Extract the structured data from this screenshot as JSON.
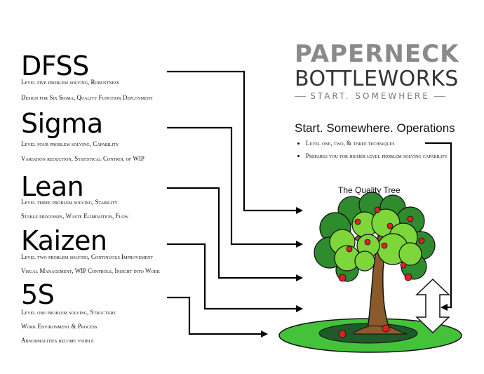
{
  "levels": [
    {
      "title": "DFSS",
      "line1": "Level five problem solving, Robustness",
      "line2": "Design for Six Sigma, Quality Function Deployment"
    },
    {
      "title": "Sigma",
      "line1": "Level four problem solving, Capability",
      "line2": "Variation reduction, Statistical Control of WIP"
    },
    {
      "title": "Lean",
      "line1": "Level three problem solving, Stability",
      "line2": "Stable processes, Waste Elimination, Flow"
    },
    {
      "title": "Kaizen",
      "line1": "Level two problem solving, Continuous Improvement",
      "line2": "Visual Management, WIP Controls, Insight into Work"
    },
    {
      "title": "5S",
      "line1": "Level one problem solving, Structure",
      "line2": "Work Environment & Process",
      "line3": "Abnormalities become visible"
    }
  ],
  "brand": {
    "line1": "PAPERNECK",
    "line2": "BOTTLEWORKS",
    "tagline": "START. SOMEWHERE"
  },
  "operations": {
    "heading": "Start. Somewhere. Operations",
    "bullets": [
      "Level one, two, & three techniques",
      "Prepares you for higher level problem solving capability"
    ]
  },
  "tree": {
    "title": "The Quality Tree"
  },
  "colors": {
    "leaf_dark": "#2e8b2e",
    "leaf_light": "#7dd63a",
    "apple": "#e02020",
    "trunk": "#8b5a2b",
    "ground": "#44c23a"
  }
}
